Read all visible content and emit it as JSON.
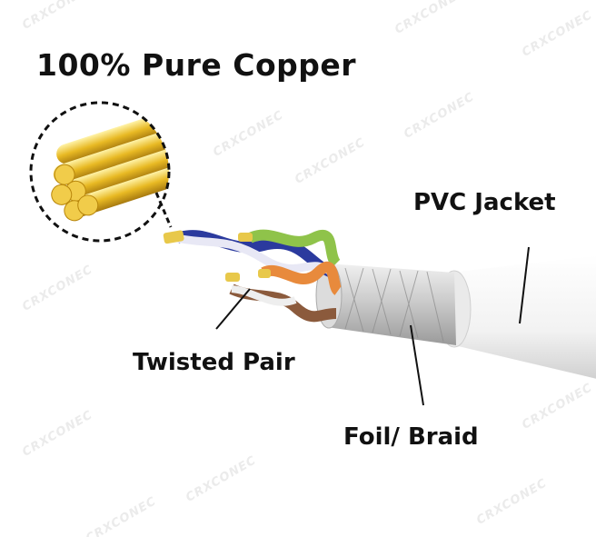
{
  "title": "100% Pure Copper",
  "labels": {
    "pvc_jacket": "PVC Jacket",
    "twisted_pair": "Twisted Pair",
    "foil_braid": "Foil/ Braid"
  },
  "watermark": "CRXCONEC",
  "colors": {
    "copper": "#e8b923",
    "blue_wire": "#2b3a9e",
    "green_wire": "#8fc34a",
    "orange_wire": "#e88a3c",
    "brown_wire": "#8b5a3c",
    "jacket": "#f4f4f4"
  }
}
